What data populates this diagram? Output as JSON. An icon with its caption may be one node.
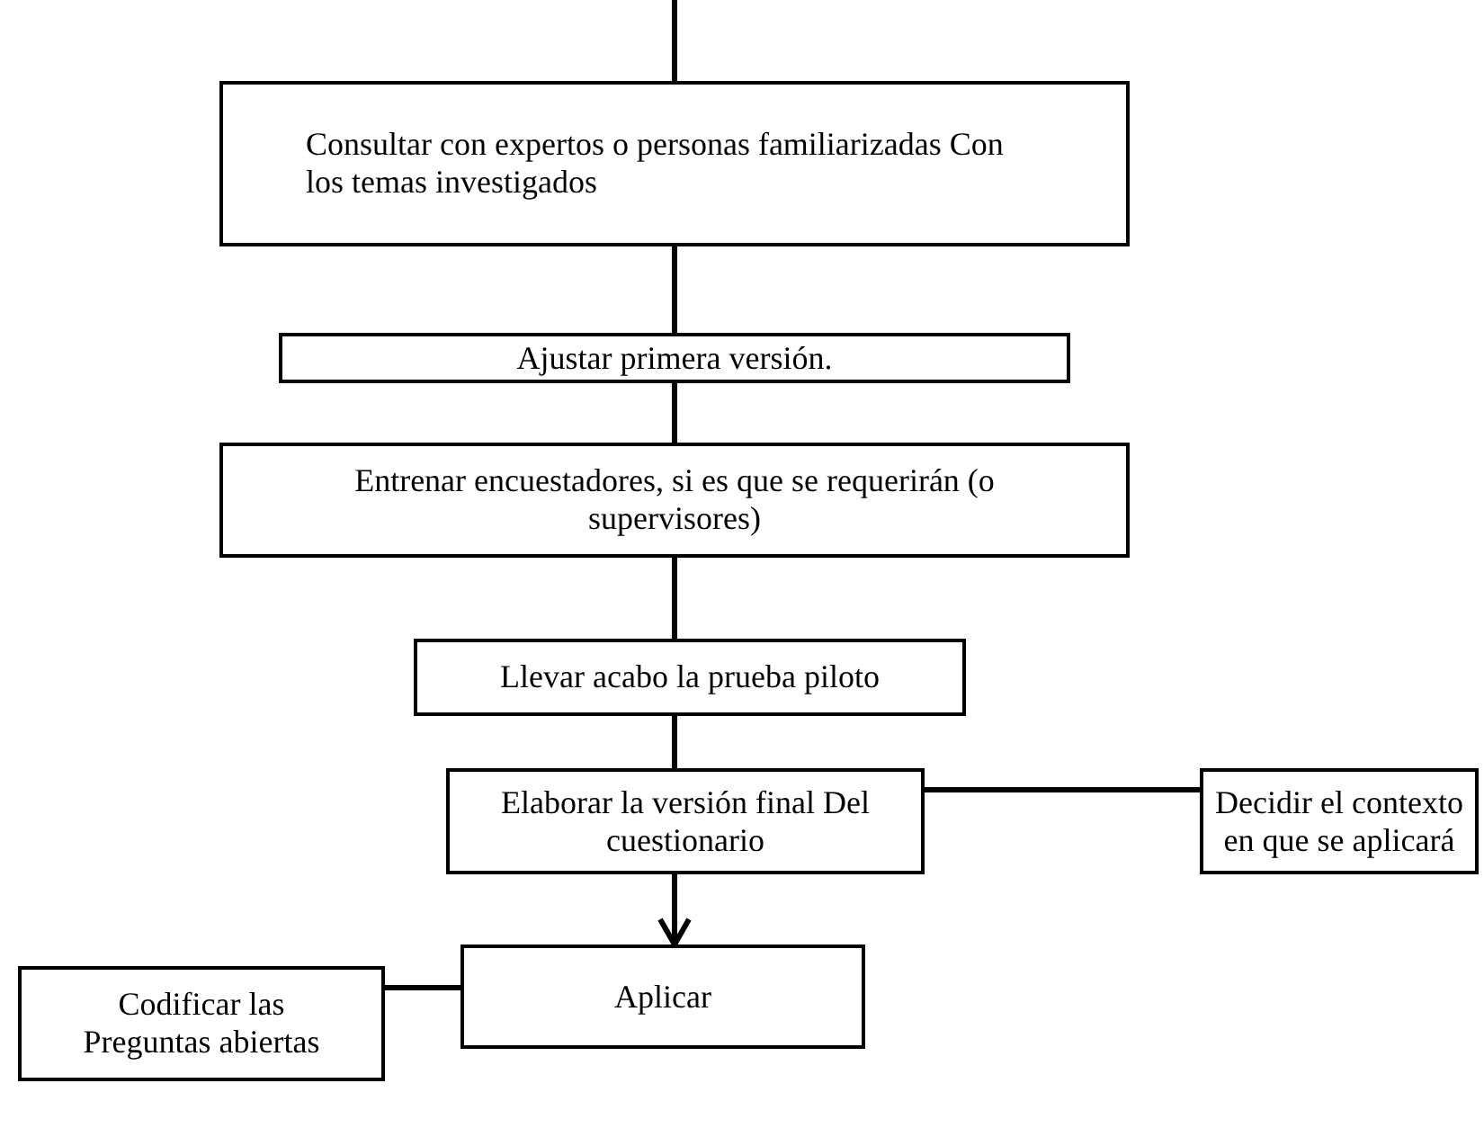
{
  "diagram": {
    "nodes": [
      {
        "text": [
          "Consultar con expertos o personas familiarizadas Con los temas investigados"
        ]
      },
      {
        "text": [
          "Ajustar primera versión."
        ]
      },
      {
        "text": [
          "Entrenar encuestadores, si es que se requerirán (o supervisores)"
        ]
      },
      {
        "text": [
          "Llevar acabo la prueba piloto"
        ]
      },
      {
        "text": [
          "Elaborar la versión final Del cuestionario"
        ]
      },
      {
        "text": [
          "Decidir el contexto en que se aplicará"
        ]
      },
      {
        "text": [
          "Aplicar"
        ]
      },
      {
        "text": [
          "Codificar las Preguntas abiertas"
        ]
      }
    ],
    "edges": [
      {
        "from": null,
        "to": 0,
        "arrow": "none"
      },
      {
        "from": 0,
        "to": 1,
        "arrow": "none"
      },
      {
        "from": 1,
        "to": 2,
        "arrow": "none"
      },
      {
        "from": 2,
        "to": 3,
        "arrow": "none"
      },
      {
        "from": 3,
        "to": 4,
        "arrow": "none"
      },
      {
        "from": 4,
        "to": 5,
        "arrow": "none"
      },
      {
        "from": 4,
        "to": 6,
        "arrow": "to"
      },
      {
        "from": 6,
        "to": 7,
        "arrow": "none"
      }
    ]
  }
}
